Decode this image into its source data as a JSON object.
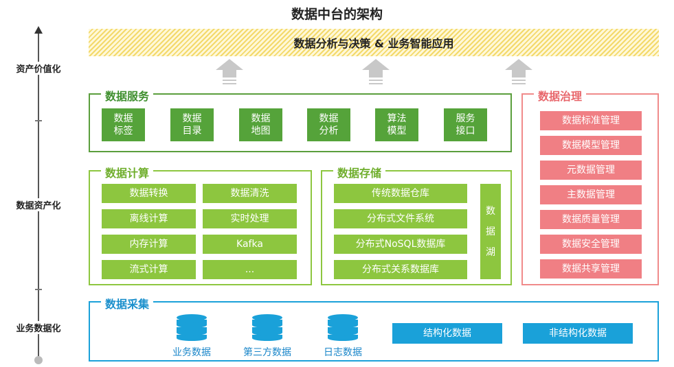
{
  "title": "数据中台的架构",
  "axis": [
    "资产价值化",
    "数据资产化",
    "业务数据化"
  ],
  "banner": "数据分析与决策 & 业务智能应用",
  "services": {
    "title": "数据服务",
    "items": [
      [
        "数据",
        "标签"
      ],
      [
        "数据",
        "目录"
      ],
      [
        "数据",
        "地图"
      ],
      [
        "数据",
        "分析"
      ],
      [
        "算法",
        "模型"
      ],
      [
        "服务",
        "接口"
      ]
    ]
  },
  "governance": {
    "title": "数据治理",
    "items": [
      "数据标准管理",
      "数据模型管理",
      "元数据管理",
      "主数据管理",
      "数据质量管理",
      "数据安全管理",
      "数据共享管理"
    ]
  },
  "compute": {
    "title": "数据计算",
    "items": [
      "数据转换",
      "数据清洗",
      "离线计算",
      "实时处理",
      "内存计算",
      "Kafka",
      "流式计算",
      "..."
    ]
  },
  "storage": {
    "title": "数据存储",
    "items": [
      "传统数据仓库",
      "分布式文件系统",
      "分布式NoSQL数据库",
      "分布式关系数据库"
    ],
    "lake": [
      "数",
      "据",
      "湖"
    ]
  },
  "collection": {
    "title": "数据采集",
    "sources": [
      "业务数据",
      "第三方数据",
      "日志数据"
    ],
    "types": [
      "结构化数据",
      "非结构化数据"
    ]
  },
  "colors": {
    "dark_green": "#55a33a",
    "light_green": "#8dc63f",
    "pink": "#f07f84",
    "blue": "#1aa1d9"
  }
}
